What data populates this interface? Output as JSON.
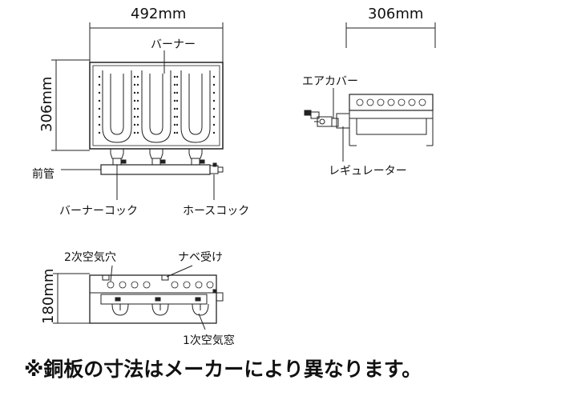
{
  "dimensions": {
    "top_width": "492mm",
    "top_height": "306mm",
    "side_width": "306mm",
    "front_height": "180mm"
  },
  "labels": {
    "burner": "バーナー",
    "front_pipe": "前管",
    "burner_cock": "バーナーコック",
    "hose_cock": "ホースコック",
    "air_cover": "エアカバー",
    "regulator": "レギュレーター",
    "secondary_air_hole": "2次空気穴",
    "pot_support": "ナベ受け",
    "primary_air_window": "1次空気窓"
  },
  "note": "※銅板の寸法はメーカーにより異なります。"
}
